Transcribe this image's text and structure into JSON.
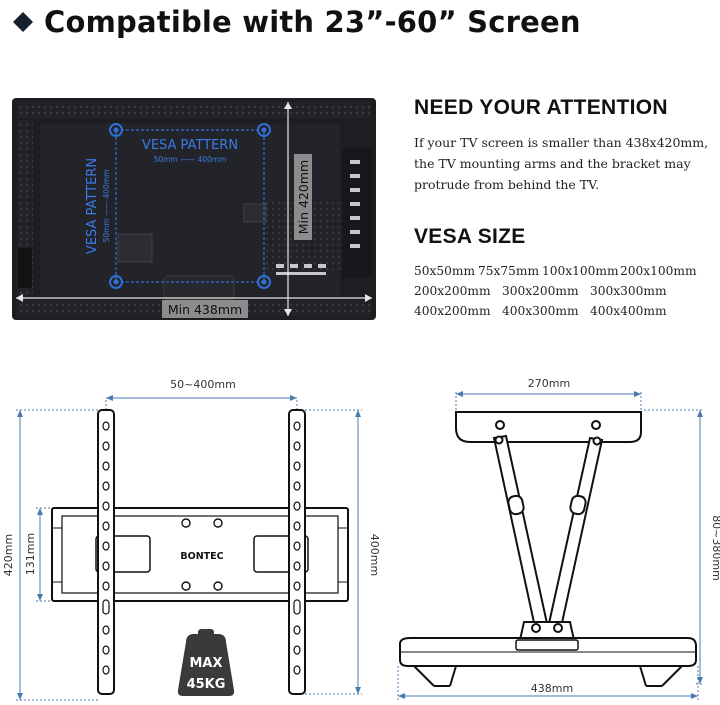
{
  "headline": {
    "text": "Compatible with 23”-60” Screen"
  },
  "tv_photo": {
    "vesa_pattern_label": "VESA PATTERN",
    "vesa_h_range": "50mm —— 400mm",
    "vesa_v_range": "50mm —— 400mm",
    "min_width": "Min 438mm",
    "min_height": "Min 420mm"
  },
  "attention": {
    "title": "NEED YOUR ATTENTION",
    "lines": [
      "If your TV screen is smaller than 438x420mm,",
      "the TV mounting arms and the bracket may",
      "protrude from behind the TV."
    ]
  },
  "vesa_size": {
    "title": "VESA SIZE",
    "rows": [
      [
        "50x50mm",
        "75x75mm",
        "100x100mm",
        "200x100mm"
      ],
      [
        "200x200mm",
        "300x200mm",
        "300x300mm"
      ],
      [
        "400x200mm",
        "400x300mm",
        "400x400mm"
      ]
    ]
  },
  "front_drawing": {
    "width_label": "50~400mm",
    "height_label": "420mm",
    "plate_label": "131mm",
    "arm_label": "400mm",
    "brand": "BONTEC",
    "weight_line1": "MAX",
    "weight_line2": "45KG"
  },
  "side_drawing": {
    "top_label": "270mm",
    "bottom_label": "438mm",
    "depth_label": "80~380mm"
  },
  "colors": {
    "vesa_blue": "#2f6fd6",
    "dimension_line": "#4a7ab0",
    "tv_body": "#1d1e22"
  }
}
